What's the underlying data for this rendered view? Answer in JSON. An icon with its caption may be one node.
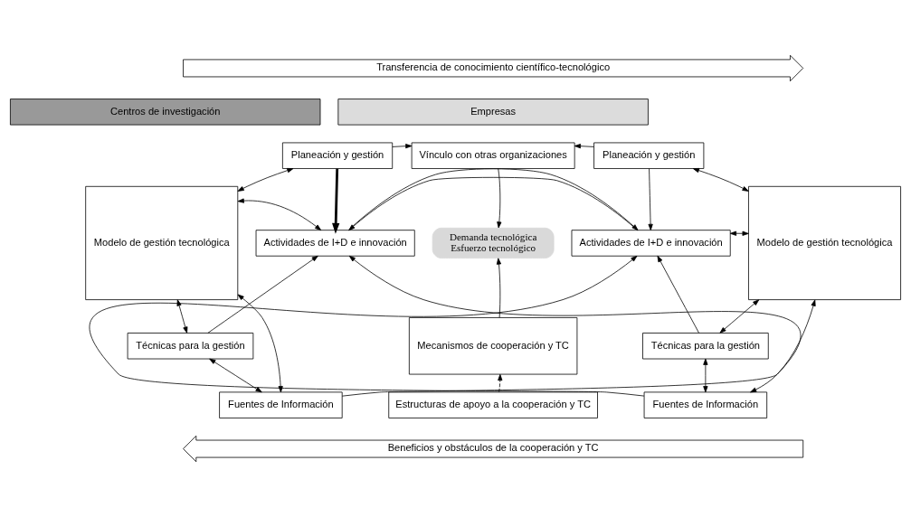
{
  "diagram": {
    "nodes": [
      {
        "text": [
          "Transferencia de conocimiento científico-tecnológico"
        ]
      },
      {
        "text": [
          "Centros de investigación"
        ]
      },
      {
        "text": [
          "Empresas"
        ]
      },
      {
        "text": [
          "Modelo de gestión tecnológica"
        ]
      },
      {
        "text": [
          "Planeación y gestión"
        ]
      },
      {
        "text": [
          "Vínculo con otras organizaciones"
        ]
      },
      {
        "text": [
          "Planeación y gestión"
        ]
      },
      {
        "text": [
          "Modelo de gestión tecnológica"
        ]
      },
      {
        "text": [
          "Actividades de I+D e innovación"
        ]
      },
      {
        "text": [
          "Demanda tecnológica",
          "Esfuerzo tecnológico"
        ]
      },
      {
        "text": [
          "Actividades de I+D e innovación"
        ]
      },
      {
        "text": [
          "Técnicas para la gestión"
        ]
      },
      {
        "text": [
          "Mecanismos de cooperación y TC"
        ]
      },
      {
        "text": [
          "Técnicas para la gestión"
        ]
      },
      {
        "text": [
          "Fuentes de Información"
        ]
      },
      {
        "text": [
          "Estructuras de apoyo a la cooperación y TC"
        ]
      },
      {
        "text": [
          "Fuentes de Información"
        ]
      },
      {
        "text": [
          "Beneficios y obstáculos de la cooperación y TC"
        ]
      }
    ],
    "edges": [
      {
        "from": 4,
        "to": 5,
        "arrow": "to"
      },
      {
        "from": 6,
        "to": 5,
        "arrow": "to"
      },
      {
        "from": 3,
        "to": 4,
        "arrow": "both"
      },
      {
        "from": 3,
        "to": 8,
        "arrow": "both"
      },
      {
        "from": 3,
        "to": 11,
        "arrow": "both"
      },
      {
        "from": 3,
        "to": 14,
        "arrow": "both"
      },
      {
        "from": 7,
        "to": 6,
        "arrow": "both"
      },
      {
        "from": 7,
        "to": 10,
        "arrow": "both"
      },
      {
        "from": 7,
        "to": 13,
        "arrow": "both"
      },
      {
        "from": 7,
        "to": 16,
        "arrow": "both"
      },
      {
        "from": 4,
        "to": 8,
        "arrow": "to",
        "style": "thick"
      },
      {
        "from": 6,
        "to": 10,
        "arrow": "to"
      },
      {
        "from": 5,
        "to": 9,
        "arrow": "to"
      },
      {
        "from": 10,
        "to": 8,
        "arrow": "to"
      },
      {
        "from": 8,
        "to": 10,
        "arrow": "to"
      },
      {
        "from": 12,
        "to": 9,
        "arrow": "to"
      },
      {
        "from": 15,
        "to": 12,
        "arrow": "to",
        "style": "dashed"
      },
      {
        "from": 11,
        "to": 8,
        "arrow": "to"
      },
      {
        "from": 14,
        "to": 8,
        "arrow": "to"
      },
      {
        "from": 11,
        "to": 14,
        "arrow": "both"
      },
      {
        "from": 13,
        "to": 10,
        "arrow": "to"
      },
      {
        "from": 16,
        "to": 10,
        "arrow": "to"
      },
      {
        "from": 13,
        "to": 16,
        "arrow": "both"
      }
    ]
  }
}
